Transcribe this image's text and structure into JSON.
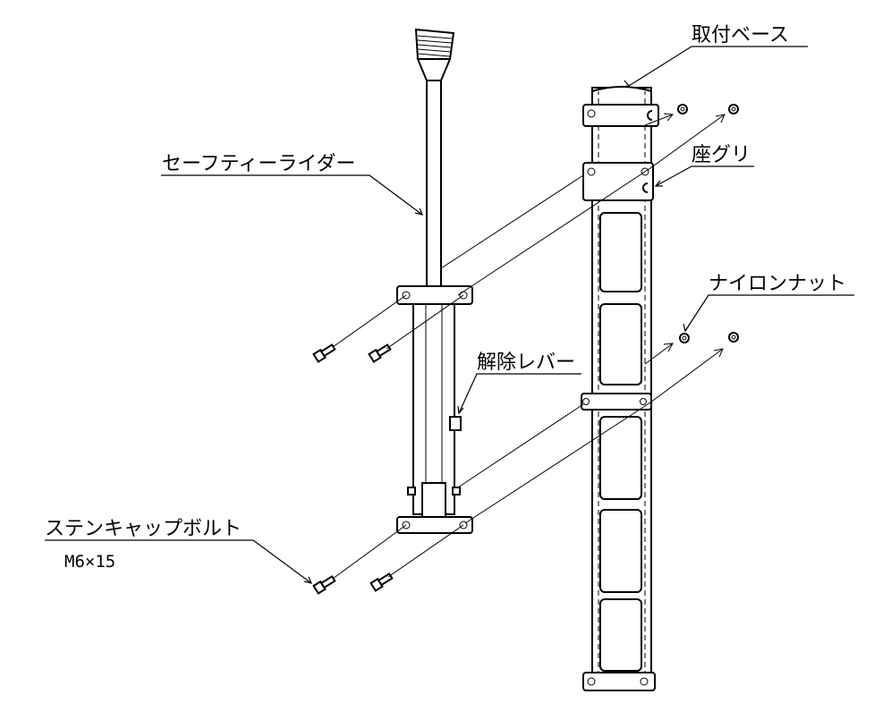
{
  "labels": {
    "base": "取付ベース",
    "counterbore": "座グリ",
    "safety_rider": "セーフティーライダー",
    "nylon_nut": "ナイロンナット",
    "release_lever": "解除レバー",
    "cap_bolt": "ステンキャップボルト",
    "bolt_spec": "M6×15"
  }
}
